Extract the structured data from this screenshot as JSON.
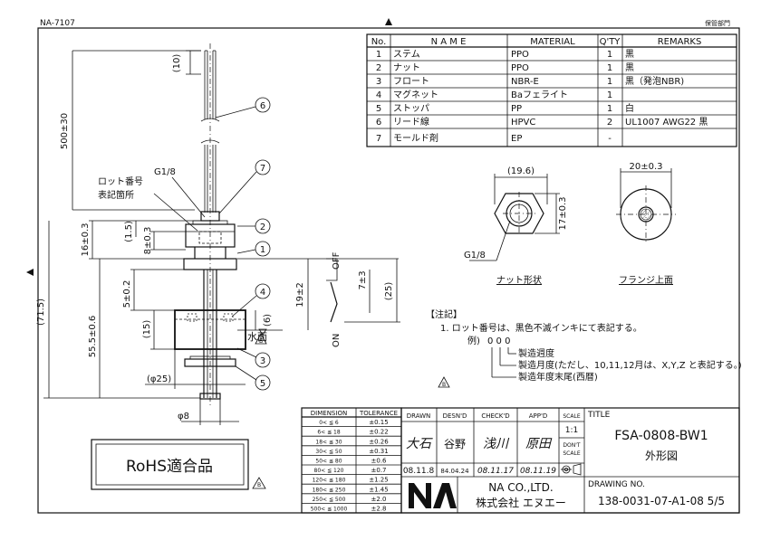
{
  "header": {
    "doc_code": "NA-7107",
    "archive_label": "保管部門"
  },
  "parts_table": {
    "headers": [
      "No.",
      "N A M E",
      "MATERIAL",
      "Q'TY",
      "REMARKS"
    ],
    "rows": [
      [
        "1",
        "ステム",
        "PPO",
        "1",
        "黒"
      ],
      [
        "2",
        "ナット",
        "PPO",
        "1",
        "黒"
      ],
      [
        "3",
        "フロート",
        "NBR-E",
        "1",
        "黒（発泡NBR)"
      ],
      [
        "4",
        "マグネット",
        "Baフェライト",
        "1",
        ""
      ],
      [
        "5",
        "ストッパ",
        "PP",
        "1",
        "白"
      ],
      [
        "6",
        "リード線",
        "HPVC",
        "2",
        "UL1007 AWG22 黒"
      ],
      [
        "7",
        "モールド剤",
        "EP",
        "-",
        ""
      ]
    ]
  },
  "main_view": {
    "dims": {
      "lead_top": "(10)",
      "lead_len": "500±30",
      "total": "(71.5)",
      "nut_h": "16±0.3",
      "nut_top": "(1.5)",
      "nut_mid": "8±0.3",
      "stem": "55.5±0.6",
      "float_top": "5±0.2",
      "float_h": "(15)",
      "float_d": "(φ25)",
      "stem_d": "φ8",
      "gap": "(6)"
    },
    "labels": {
      "lot_no_1": "ロット番号",
      "lot_no_2": "表記箇所",
      "thread": "G1/8",
      "water": "水面",
      "on": "ON",
      "off": "OFF",
      "sw_dist": "19±2",
      "sw_stroke": "7±3",
      "sw_total": "(25)"
    },
    "balloons": [
      "1",
      "2",
      "3",
      "4",
      "5",
      "6",
      "7"
    ],
    "rev_mark": "B"
  },
  "nut_view": {
    "width_dim": "(19.6)",
    "height_dim": "17±0.3",
    "thread": "G1/8",
    "caption": "ナット形状"
  },
  "flange_view": {
    "width_dim": "20±0.3",
    "caption": "フランジ上面"
  },
  "notes": {
    "heading": "【注記】",
    "line1": "1.   ロット番号は、黒色不滅インキにて表記する。",
    "example_label": "例)",
    "example_code": "0 0 0",
    "item1": "製造週度",
    "item2": "製造月度(ただし、10,11,12月は、X,Y,Z と表記する。)",
    "item3": "製造年度末尾(西暦)",
    "rev_mark": "B"
  },
  "rohs": {
    "label": "RoHS適合品",
    "rev_mark": "B"
  },
  "tolerance_table": {
    "headers": [
      "DIMENSION",
      "TOLERANCE"
    ],
    "rows": [
      [
        "0<  ≦  6",
        "±0.15"
      ],
      [
        "6<  ≦  18",
        "±0.22"
      ],
      [
        "18<  ≦  30",
        "±0.26"
      ],
      [
        "30<  ≦  50",
        "±0.31"
      ],
      [
        "50<  ≦  80",
        "±0.6"
      ],
      [
        "80<  ≦  120",
        "±0.7"
      ],
      [
        "120<  ≦  180",
        "±1.25"
      ],
      [
        "180<  ≦  250",
        "±1.45"
      ],
      [
        "250<  ≦  500",
        "±2.0"
      ],
      [
        "500<  ≦ 1000",
        "±2.8"
      ]
    ]
  },
  "title_block": {
    "col_drawn": "DRAWN",
    "col_desnd": "DESN'D",
    "col_checkd": "CHECK'D",
    "col_appd": "APP'D",
    "col_scale": "SCALE",
    "drawn_name": "大石",
    "desnd_name": "谷野",
    "checkd_name": "浅川",
    "appd_name": "原田",
    "scale": "1:1",
    "dont_scale_1": "DON'T",
    "dont_scale_2": "SCALE",
    "drawn_date": "08.11.8",
    "desnd_date": "84.04.24",
    "checkd_date": "08.11.17",
    "appd_date": "08.11.19",
    "company_en": "NA CO.,LTD.",
    "company_jp": "株式会社  エヌエー",
    "title_label": "TITLE",
    "title_main": "FSA-0808-BW1",
    "title_sub": "外形図",
    "drawing_no_label": "DRAWING NO.",
    "drawing_no": "138-0031-07-A1-08 5/5"
  }
}
